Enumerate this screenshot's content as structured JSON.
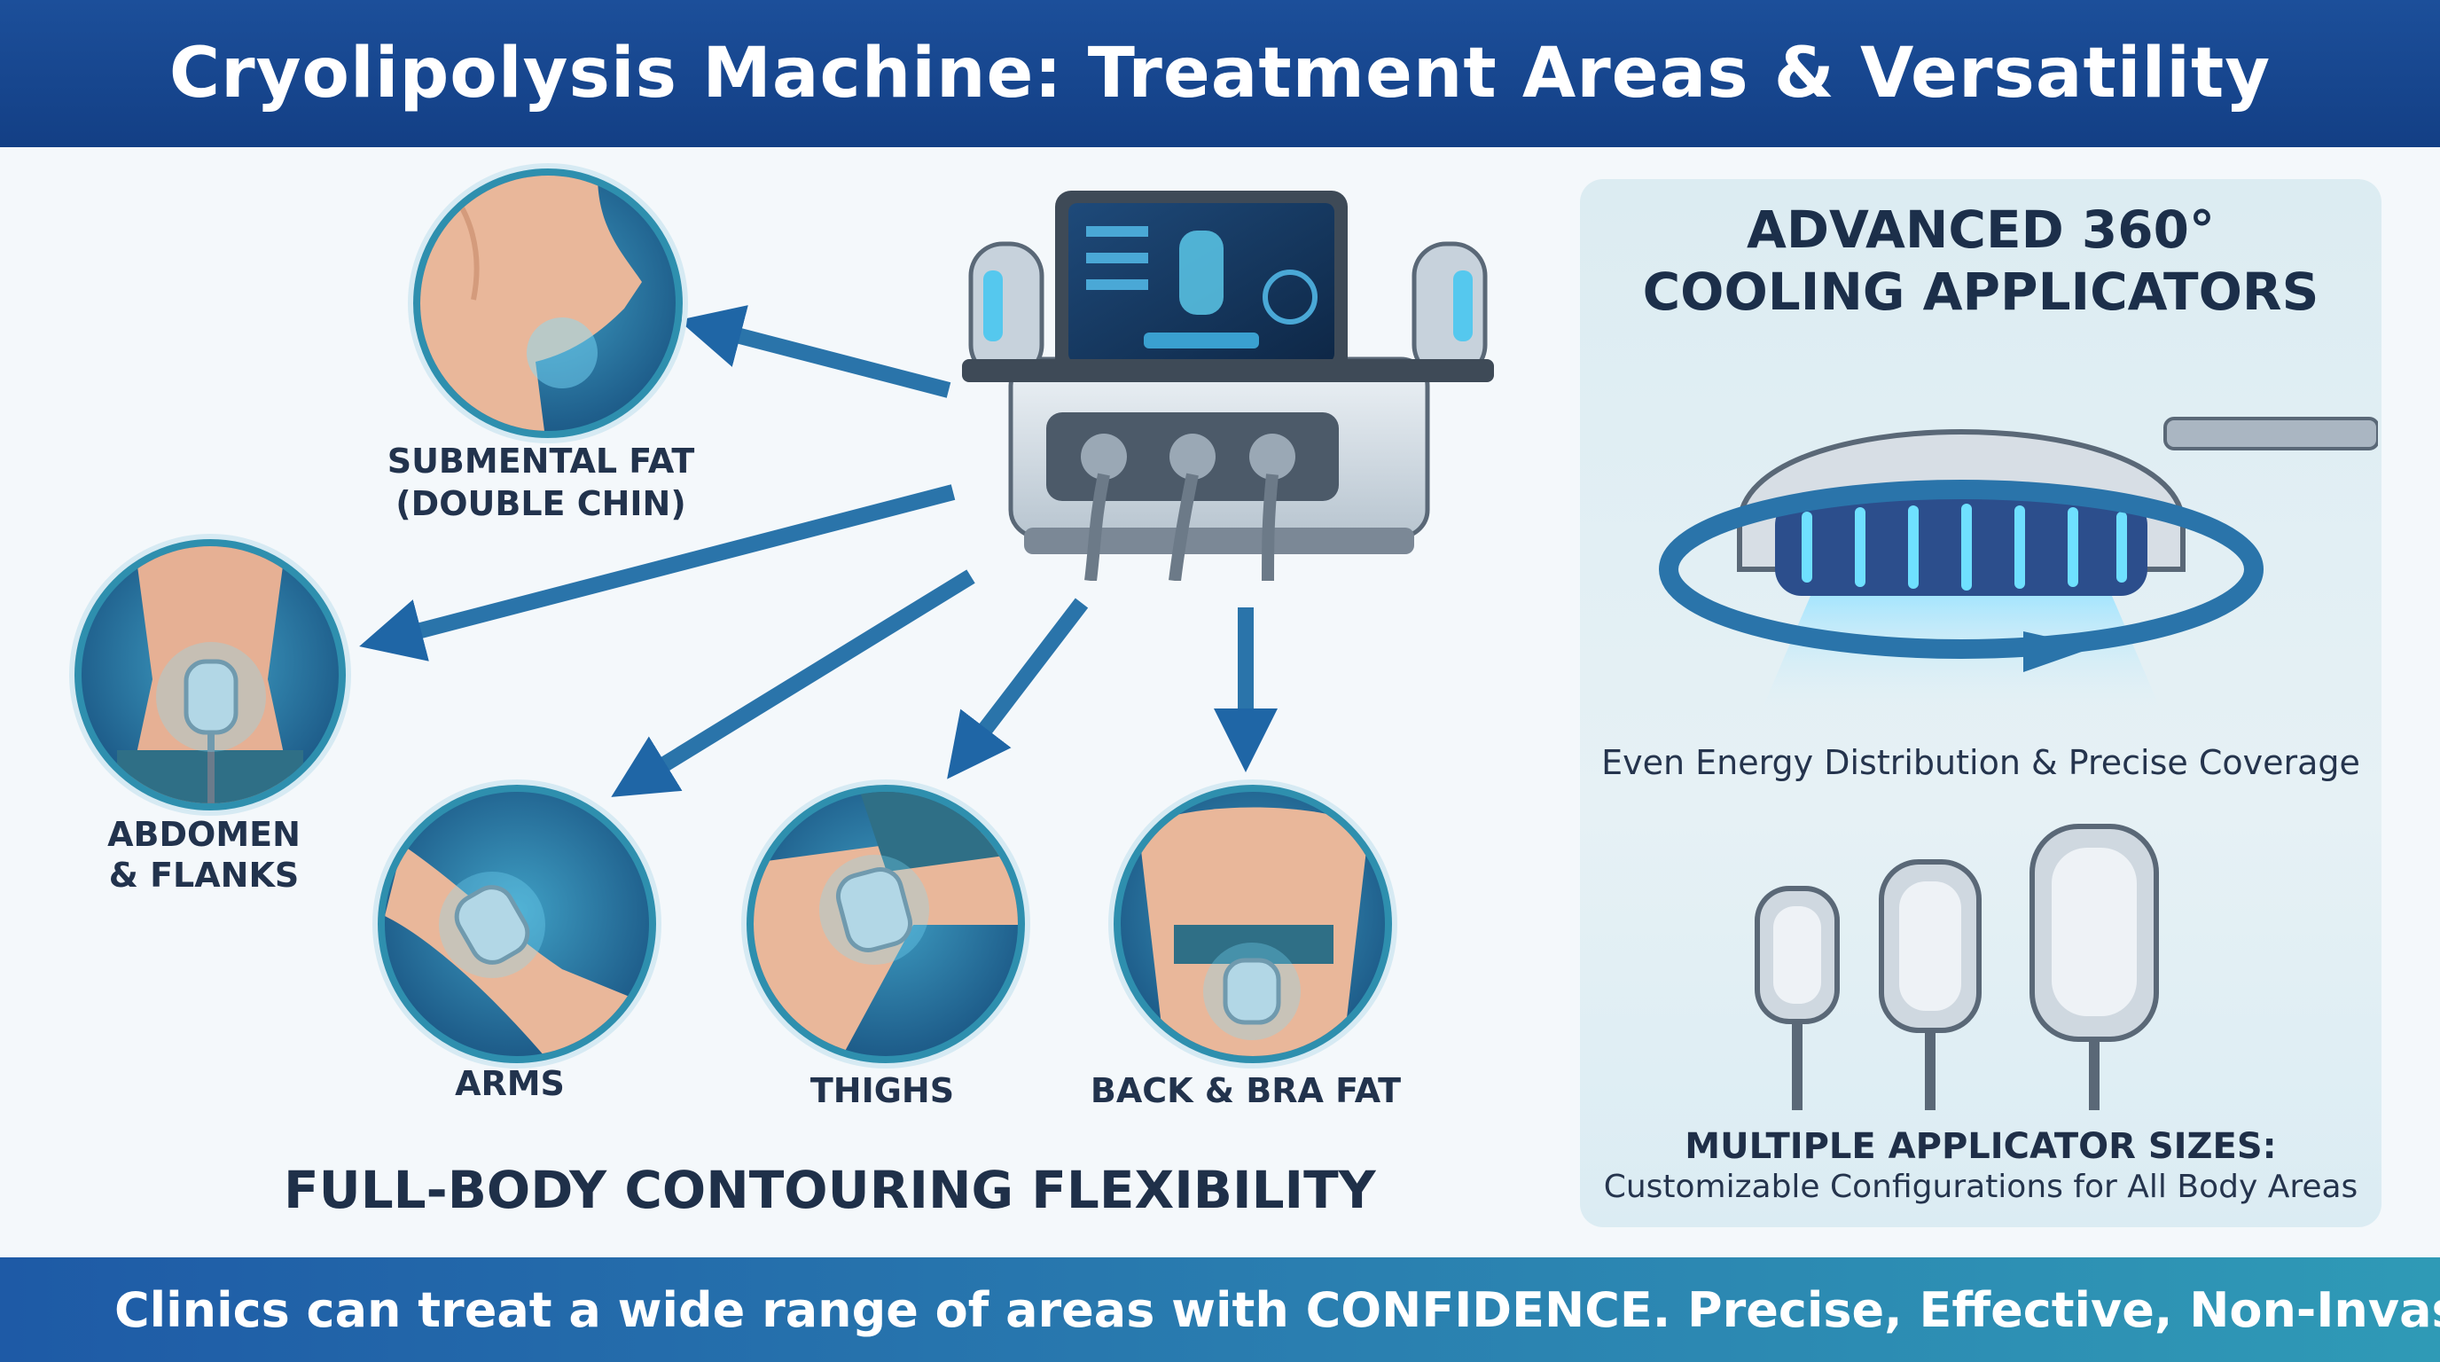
{
  "header": {
    "title": "Cryolipolysis Machine: Treatment Areas & Versatility"
  },
  "areas": {
    "submental": {
      "line1": "SUBMENTAL FAT",
      "line2": "(DOUBLE CHIN)"
    },
    "abdomen": {
      "line1": "ABDOMEN",
      "line2": "& FLANKS"
    },
    "arms": {
      "label": "ARMS"
    },
    "thighs": {
      "label": "THIGHS"
    },
    "back": {
      "label": "BACK & BRA FAT"
    }
  },
  "bottom_title": "FULL-BODY CONTOURING FLEXIBILITY",
  "panel": {
    "title_line1": "ADVANCED 360°",
    "title_line2": "COOLING APPLICATORS",
    "subtitle": "Even Energy Distribution & Precise Coverage",
    "foot_title": "MULTIPLE APPLICATOR SIZES:",
    "foot_text": "Customizable Configurations for All Body Areas"
  },
  "footer": {
    "text": "Clinics can treat a wide range of areas with CONFIDENCE. Precise, Effective, Non-Invasive."
  },
  "icons": [
    "check-circle-icon",
    "arrow-icon",
    "snowflake-sparkle-icon"
  ],
  "colors": {
    "header": "#133f85",
    "accent": "#2e8fae",
    "footer": "#1e5aa6",
    "text": "#22334d"
  }
}
